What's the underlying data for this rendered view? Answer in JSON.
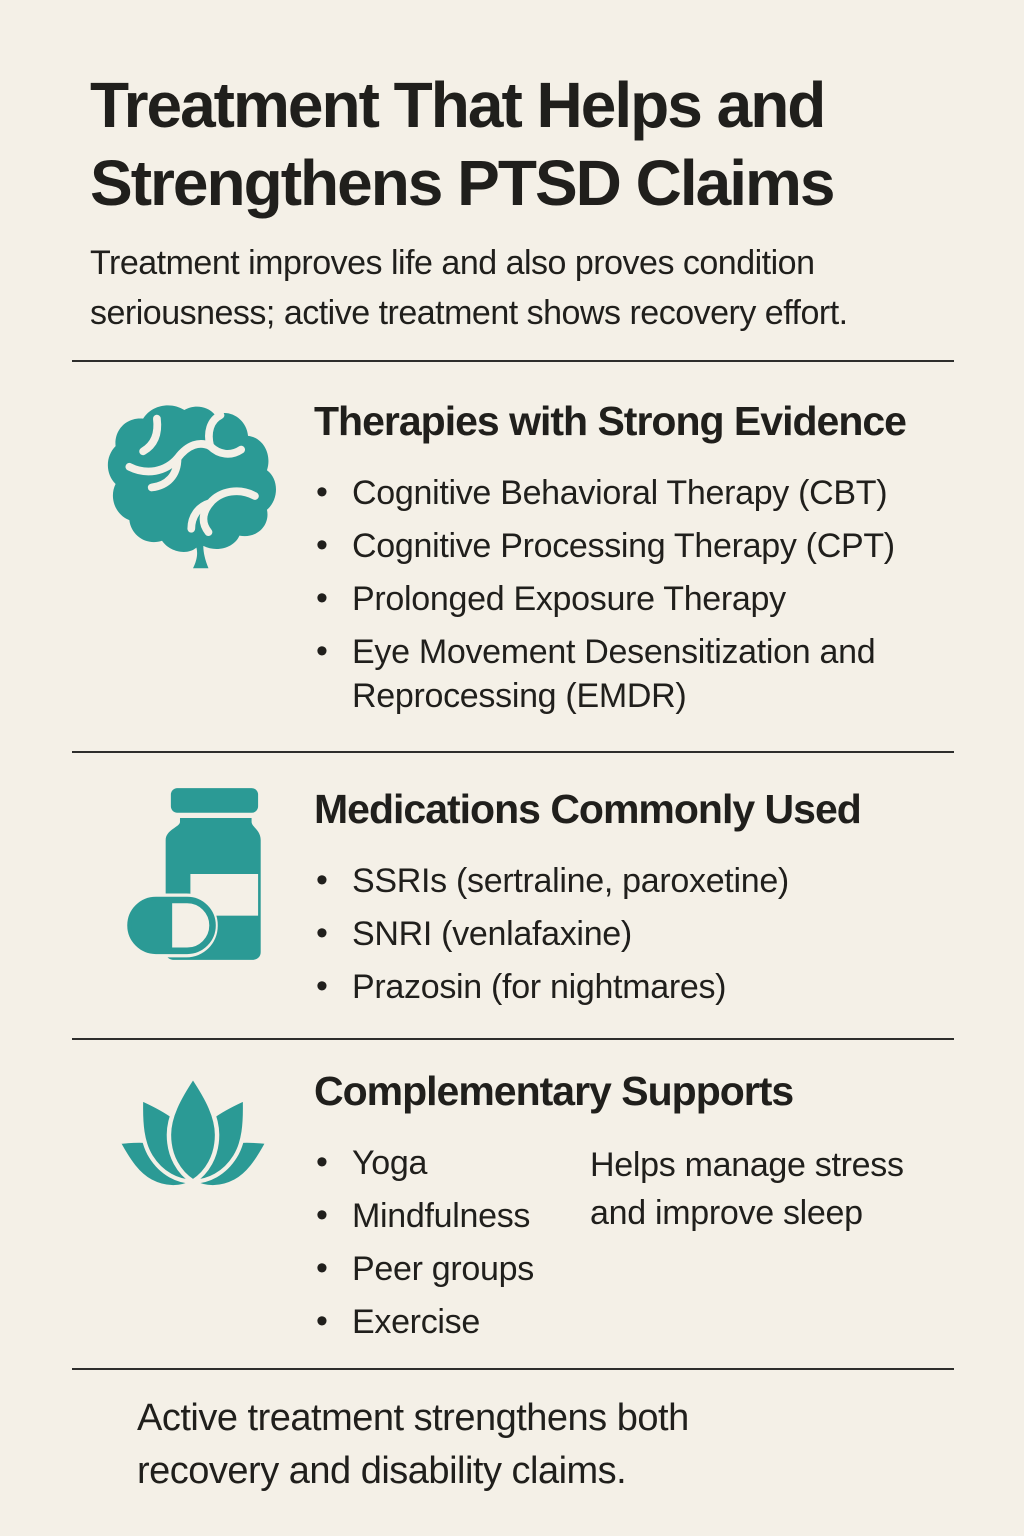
{
  "colors": {
    "background": "#f4f0e7",
    "accent": "#2b9a95",
    "text": "#201f1c",
    "divider": "#2e2e2c"
  },
  "header": {
    "title_lines": [
      "Treatment That Helps and",
      "Strengthens PTSD Claims"
    ],
    "subtitle": "Treatment improves life and also proves condition seriousness; active treatment shows recovery effort."
  },
  "sections": [
    {
      "icon": "brain-icon",
      "heading": "Therapies with Strong Evidence",
      "bullets": [
        "Cognitive Behavioral Therapy (CBT)",
        "Cognitive Processing Therapy (CPT)",
        "Prolonged Exposure Therapy",
        "Eye Movement Desensitization and Reprocessing (EMDR)"
      ]
    },
    {
      "icon": "pill-bottle-icon",
      "heading": "Medications Commonly Used",
      "bullets": [
        "SSRIs (sertraline, paroxetine)",
        "SNRI (venlafaxine)",
        "Prazosin (for nightmares)"
      ]
    },
    {
      "icon": "lotus-icon",
      "heading": "Complementary Supports",
      "bullets": [
        "Yoga",
        "Mindfulness",
        "Peer groups",
        "Exercise"
      ],
      "side_note": "Helps manage stress and improve sleep"
    }
  ],
  "footer": {
    "text": "Active treatment strengthens both recovery and disability claims."
  }
}
